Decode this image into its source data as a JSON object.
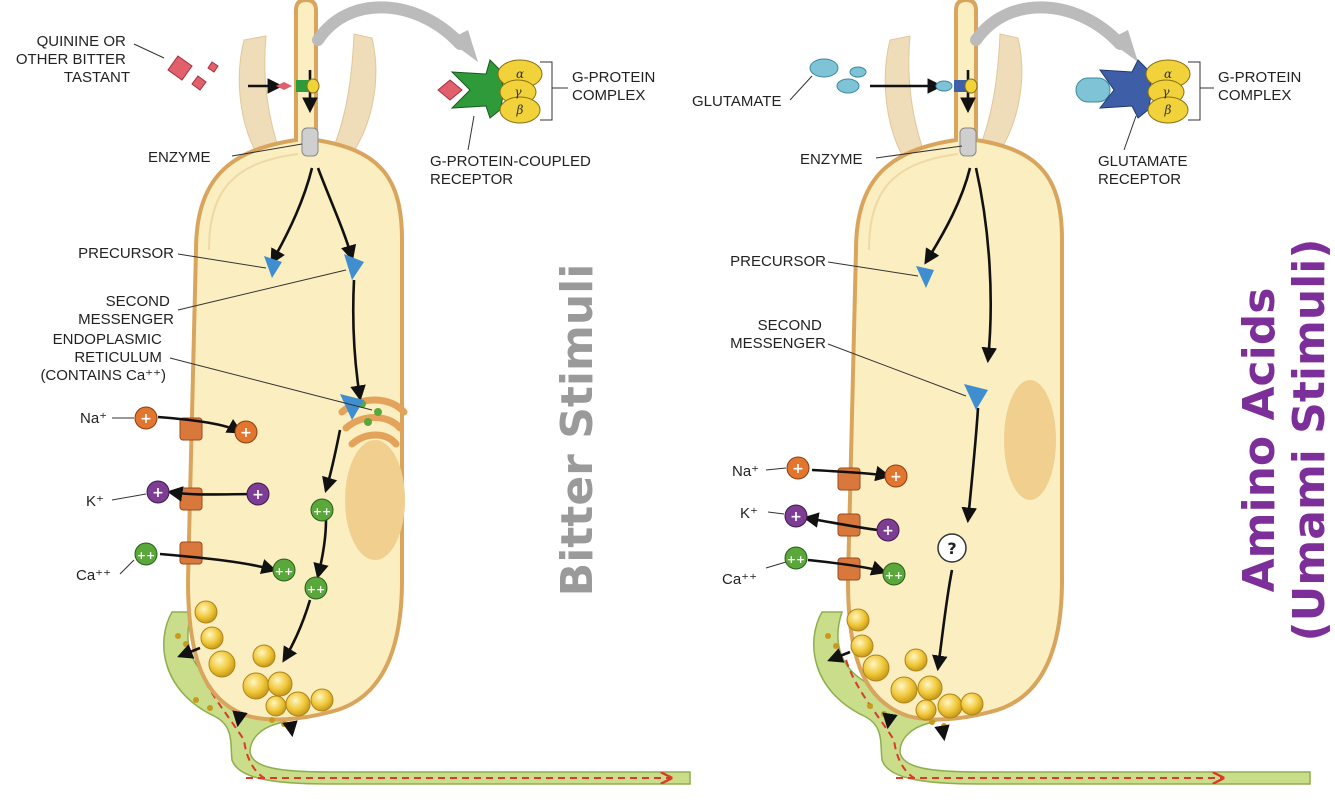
{
  "colors": {
    "cytoplasm": "#fbeec1",
    "membrane": "#d9a55c",
    "hair": "#efdcb8",
    "nerve": "#c9dd8a",
    "bitter_title": "#9a9a9a",
    "umami_title": "#7d2f99",
    "channel": "#d9783c",
    "gprotein": "#f1d23a",
    "bitter_receptor": "#2e9a3a",
    "glutamate_receptor": "#3e5fa8",
    "glutamate": "#7ec3d6",
    "tastant": "#e0606c",
    "messenger": "#3f8fd0",
    "na_ion": "#e3762e",
    "k_ion": "#7e3d95",
    "ca_ion": "#5aa83c",
    "vesicle": "#f0c83a",
    "signal": "#d93a2a"
  },
  "bitter": {
    "title": "Bitter Stimuli",
    "labels": {
      "tastant": [
        "QUININE OR",
        "OTHER BITTER",
        "TASTANT"
      ],
      "gprotein": [
        "G-PROTEIN",
        "COMPLEX"
      ],
      "receptor": [
        "G-PROTEIN-COUPLED",
        "RECEPTOR"
      ],
      "enzyme": "ENZYME",
      "precursor": "PRECURSOR",
      "messenger": [
        "SECOND",
        "MESSENGER"
      ],
      "er": [
        "ENDOPLASMIC",
        "RETICULUM",
        "(CONTAINS Ca⁺⁺)"
      ],
      "na": "Na⁺",
      "k": "K⁺",
      "ca": "Ca⁺⁺"
    }
  },
  "umami": {
    "title_line1": "Amino Acids",
    "title_line2": "(Umami Stimuli)",
    "labels": {
      "glutamate": "GLUTAMATE",
      "gprotein": [
        "G-PROTEIN",
        "COMPLEX"
      ],
      "receptor": [
        "GLUTAMATE",
        "RECEPTOR"
      ],
      "enzyme": "ENZYME",
      "precursor": "PRECURSOR",
      "messenger": [
        "SECOND",
        "MESSENGER"
      ],
      "na": "Na⁺",
      "k": "K⁺",
      "ca": "Ca⁺⁺",
      "unknown": "?"
    }
  },
  "greek": {
    "alpha": "α",
    "gamma": "γ",
    "beta": "β"
  }
}
